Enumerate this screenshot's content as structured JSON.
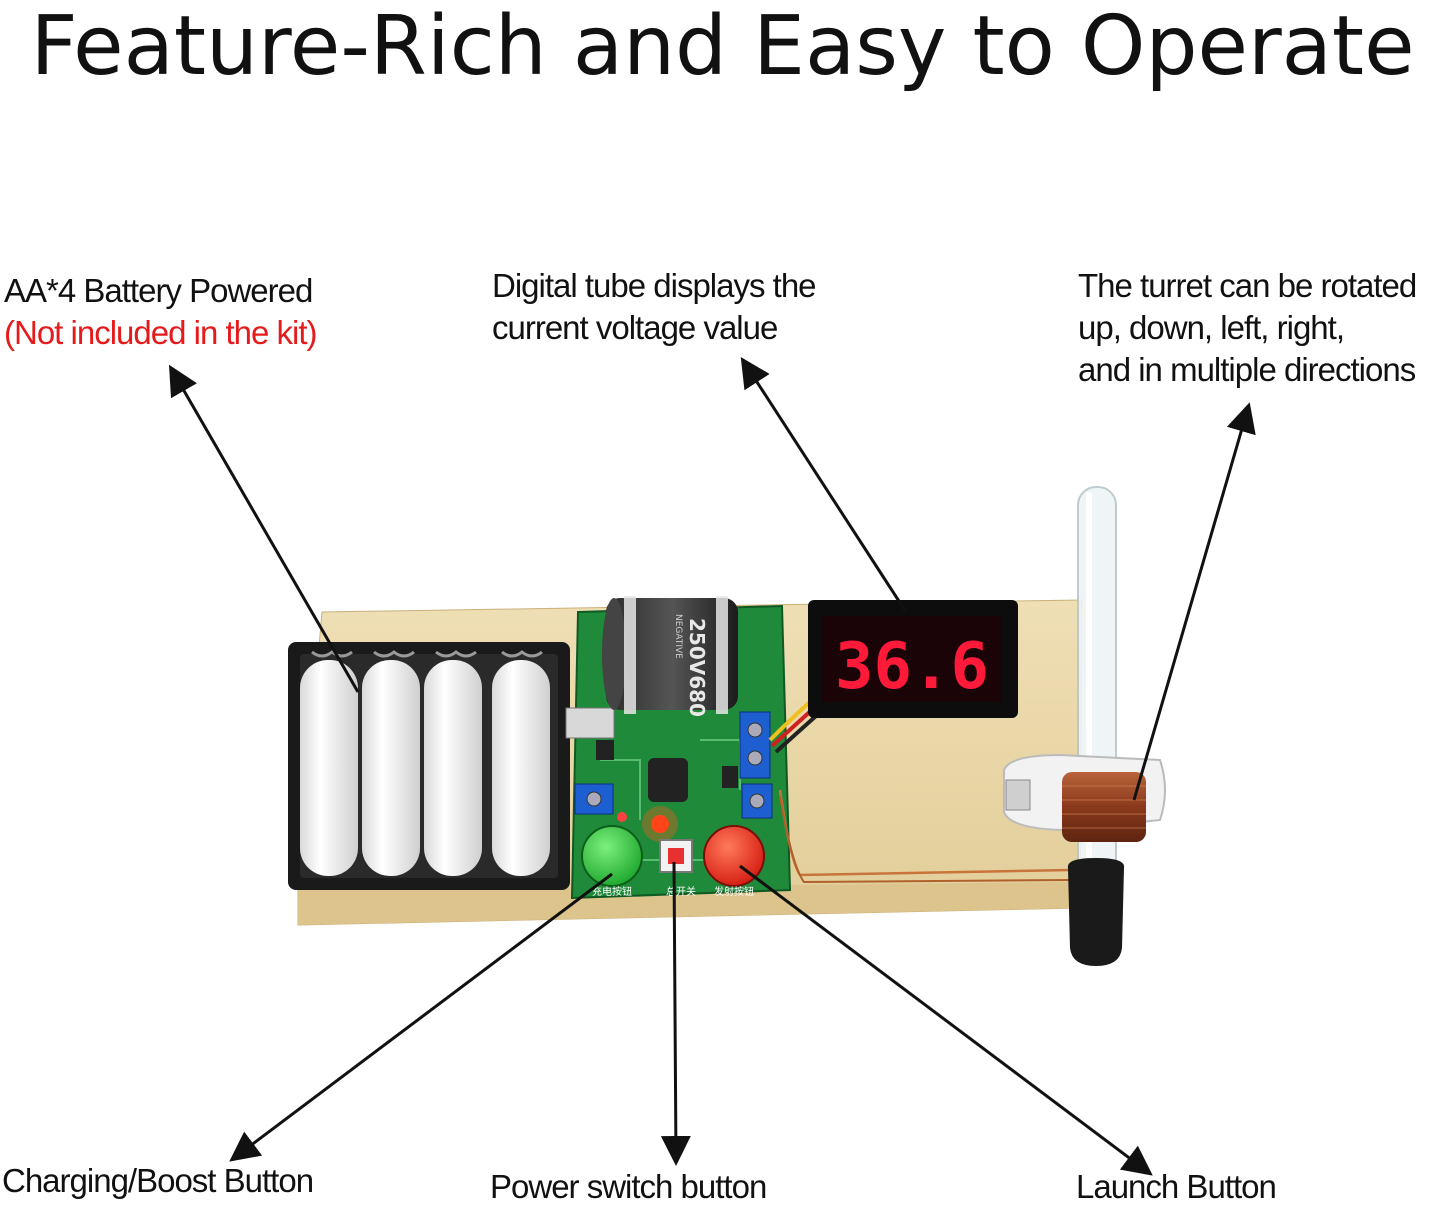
{
  "title": "Feature-Rich and Easy to Operate",
  "callouts": {
    "battery": {
      "line1": "AA*4 Battery Powered",
      "line2": "(Not included in the kit)"
    },
    "display": {
      "line1": "Digital tube displays the",
      "line2": "current voltage value"
    },
    "turret": {
      "line1": "The turret can be rotated",
      "line2": "up, down, left, right,",
      "line3": "and in multiple directions"
    },
    "charge_button": "Charging/Boost Button",
    "power_button": "Power switch button",
    "launch_button": "Launch Button"
  },
  "device": {
    "display_reading": "36.6",
    "capacitor_text": "250V680",
    "capacitor_subtext": "NEGATIVE",
    "pcb_label_charge": "充电按钮",
    "pcb_label_power": "总开关",
    "pcb_label_launch": "发射按钮"
  },
  "colors": {
    "note_red": "#e51b1b",
    "board_wood": "#ead8ab",
    "pcb_green": "#1f8a3a",
    "display_red": "#ff1a3a",
    "charge_button": "#2ec43e",
    "launch_button": "#e8201a"
  }
}
